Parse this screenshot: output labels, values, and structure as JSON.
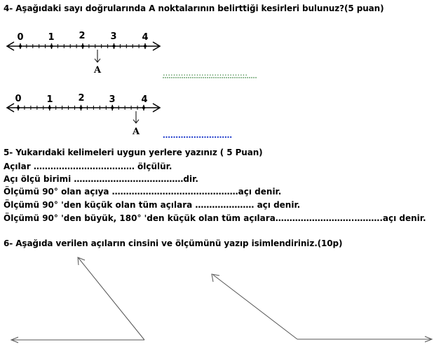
{
  "q4": {
    "title": "4- Aşağıdaki sayı doğrularında A noktalarının belirttiği kesirleri bulunuz?(5 puan)",
    "line1": {
      "ticks": [
        "0",
        "1",
        "2",
        "3",
        "4"
      ],
      "point_label": "A",
      "answer": "……………………………"
    },
    "line2": {
      "ticks": [
        "0",
        "1",
        "2",
        "3",
        "4"
      ],
      "point_label": "A",
      "answer": "………………………"
    }
  },
  "q5": {
    "title": "5- Yukarıdaki kelimeleri uygun yerlere yazınız ( 5 Puan)",
    "lines": [
      "Açılar ……………………………… ölçülür.",
      "Açı ölçü birimi …………………………………dir.",
      "Ölçümü 90°  olan açıya ………………………………………açı denir.",
      "Ölçümü 90° 'den küçük olan tüm açılara ………………… açı denir.",
      "Ölçümü 90° 'den büyük, 180° 'den küçük olan tüm açılara……………………….……….açı denir."
    ]
  },
  "q6": {
    "title": "6- Aşağıda verilen açıların cinsini ve ölçümünü yazıp isimlendiriniz.(10p)"
  }
}
